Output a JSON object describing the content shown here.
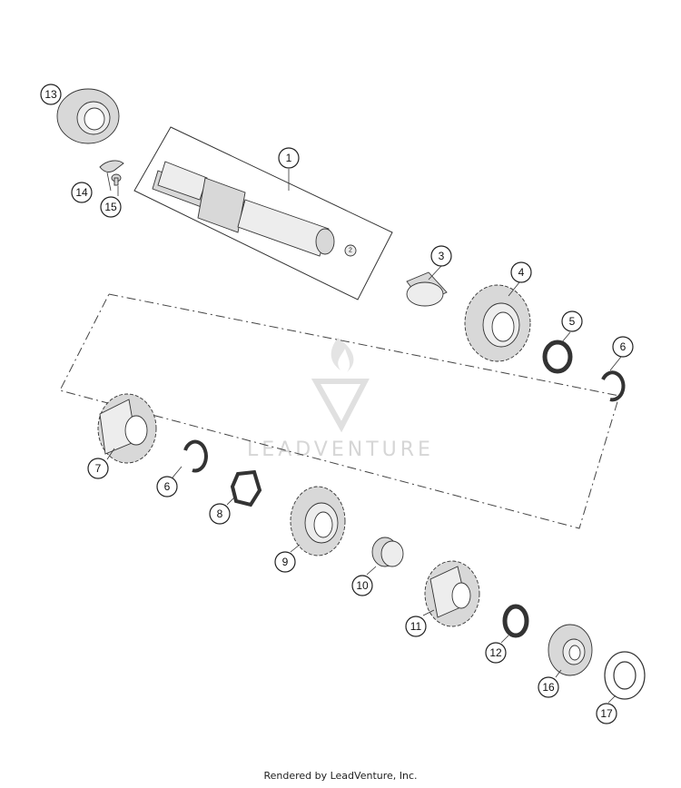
{
  "watermark": {
    "text": "LEADVENTURE"
  },
  "footer": {
    "text": "Rendered by LeadVenture, Inc."
  },
  "callouts": [
    "1",
    "2",
    "3",
    "4",
    "5",
    "6",
    "7",
    "8",
    "9",
    "10",
    "11",
    "12",
    "13",
    "14",
    "15",
    "16",
    "17"
  ]
}
